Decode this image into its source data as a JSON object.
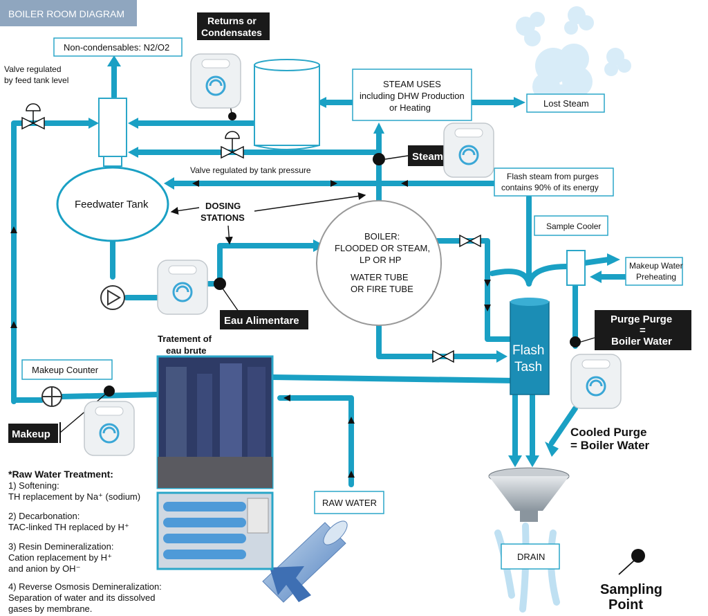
{
  "header": {
    "title": "BOILER ROOM DIAGRAM"
  },
  "labels": {
    "non_condensables": "Non-condensables: N2/O2",
    "returns": [
      "Returns or",
      "Condensates"
    ],
    "valve_feed": [
      "Valve regulated",
      "by feed tank level"
    ],
    "steam_uses": [
      "STEAM USES",
      "including DHW Production",
      "or Heating"
    ],
    "lost_steam": "Lost Steam",
    "steam": "Steam",
    "valve_pressure": "Valve regulated by tank pressure",
    "flash_note": [
      "Flash steam from purges",
      "contains 90% of its energy"
    ],
    "feedwater_tank": "Feedwater Tank",
    "dosing": [
      "DOSING",
      "STATIONS"
    ],
    "boiler": [
      "BOILER:",
      "FLOODED OR STEAM,",
      "LP OR HP",
      "WATER TUBE",
      "OR FIRE TUBE"
    ],
    "sample_cooler": "Sample Cooler",
    "makeup_water": [
      "Makeup Water",
      "Preheating"
    ],
    "eau_alimentare": "Eau Alimentare",
    "flash_tash": [
      "Flash",
      "Tash"
    ],
    "purge": [
      "Purge Purge",
      "=",
      "Boiler Water"
    ],
    "treatment_title": [
      "Tratement of",
      "eau brute"
    ],
    "makeup_counter": "Makeup Counter",
    "makeup": "Makeup",
    "cooled_purge": [
      "Cooled Purge",
      "= Boiler Water"
    ],
    "raw_water": "RAW WATER",
    "drain": "DRAIN",
    "sampling_point": [
      "Sampling",
      "Point"
    ]
  },
  "notes": {
    "title": "*Raw Water Treatment:",
    "items": [
      {
        "head": "1) Softening:",
        "body": [
          "TH replacement by Na⁺ (sodium)"
        ]
      },
      {
        "head": "2) Decarbonation:",
        "body": [
          "TAC-linked TH replaced by H⁺"
        ]
      },
      {
        "head": "3) Resin Demineralization:",
        "body": [
          "Cation replacement by H⁺",
          "and anion by OH⁻"
        ]
      },
      {
        "head": "4) Reverse Osmosis Demineralization:",
        "body": [
          "Separation of water and its dissolved",
          "gases by membrane."
        ]
      }
    ]
  },
  "colors": {
    "pipe": "#1aa0c4",
    "header_bg": "#8fa6bf",
    "dark_label": "#1a1a1a",
    "flash_tank": "#1b8db5"
  }
}
